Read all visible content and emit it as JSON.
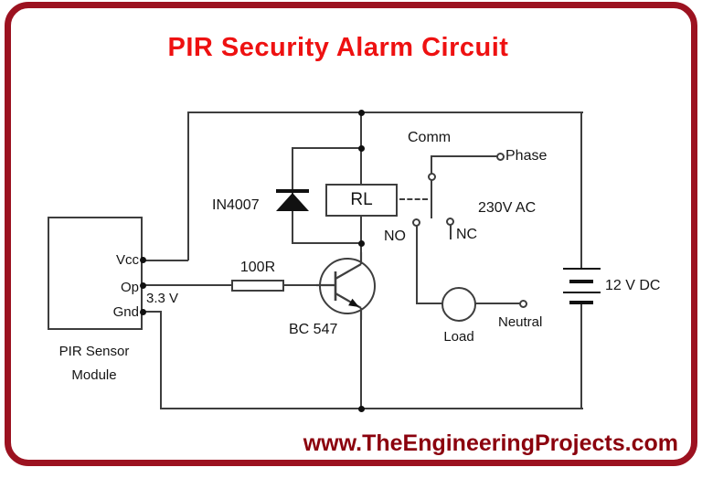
{
  "title": "PIR Security Alarm Circuit",
  "footer": "www.TheEngineeringProjects.com",
  "colors": {
    "title_red": "#ee1111",
    "footer_maroon": "#8b000d",
    "frame_red": "#9c1220",
    "wire_gray": "#3e3e3e"
  },
  "circuit": {
    "pir": {
      "name_line1": "PIR Sensor",
      "name_line2": "Module",
      "pin_vcc": "Vcc",
      "pin_op": "Op",
      "pin_gnd": "Gnd",
      "output_voltage": "3.3 V"
    },
    "resistor": {
      "value": "100R"
    },
    "transistor": {
      "part": "BC 547"
    },
    "diode": {
      "part": "IN4007"
    },
    "relay": {
      "label": "RL"
    },
    "switch": {
      "comm": "Comm",
      "phase": "Phase",
      "no": "NO",
      "nc": "NC",
      "voltage": "230V AC"
    },
    "load": {
      "label": "Load",
      "neutral": "Neutral"
    },
    "battery": {
      "label": "12 V DC"
    }
  }
}
